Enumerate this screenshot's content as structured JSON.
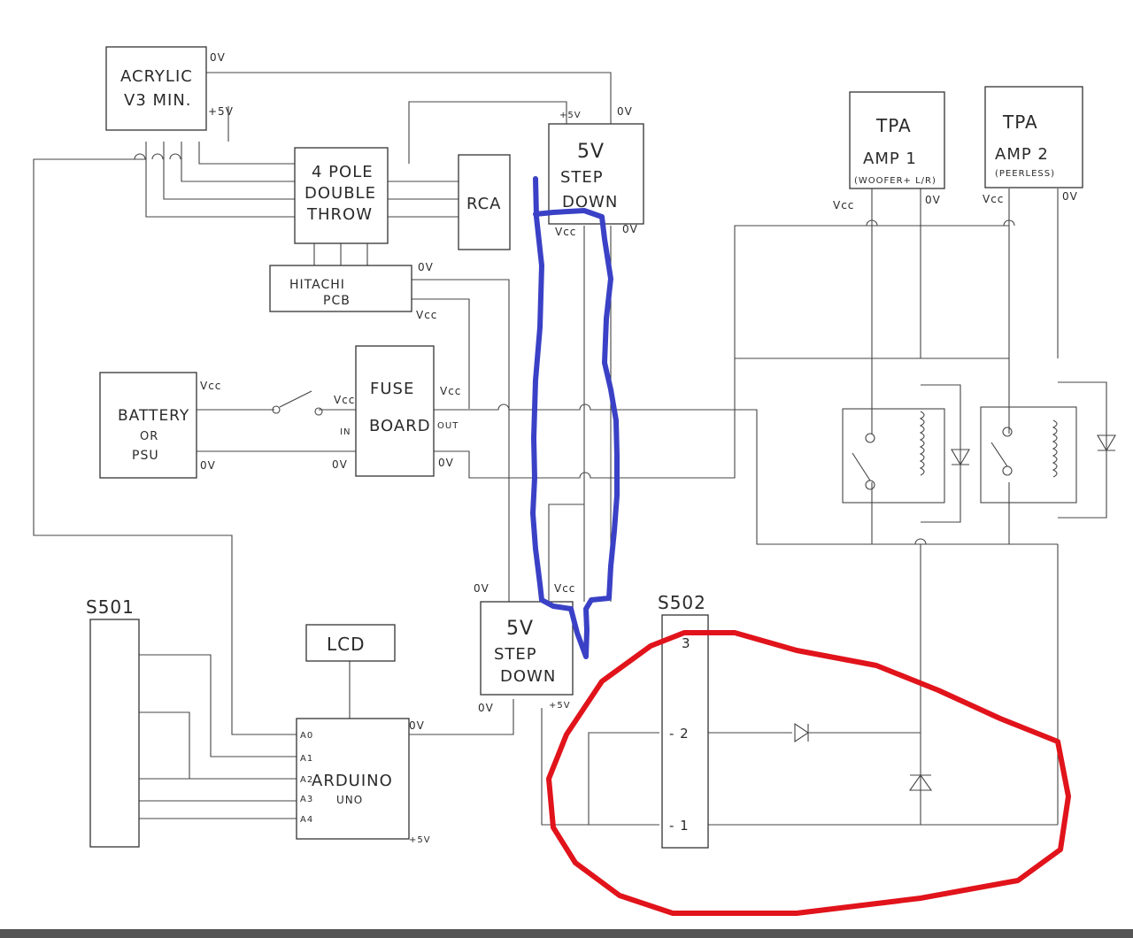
{
  "components": {
    "acrylic": [
      "ACRYLIC",
      "V3 MIN."
    ],
    "switch4pdt": [
      "4 POLE",
      "DOUBLE",
      "THROW"
    ],
    "rca": "RCA",
    "hitachi": [
      "HITACHI",
      "PCB"
    ],
    "stepdown_top": [
      "5V",
      "STEP",
      "DOWN"
    ],
    "stepdown_bottom": [
      "5V",
      "STEP",
      "DOWN"
    ],
    "tpa1": [
      "TPA",
      "AMP 1",
      "(WOOFER+ L/R)"
    ],
    "tpa2": [
      "TPA",
      "AMP 2",
      "(PEERLESS)"
    ],
    "battery": [
      "BATTERY",
      "OR",
      "PSU"
    ],
    "fuse": [
      "FUSE",
      "BOARD"
    ],
    "lcd": "LCD",
    "arduino": [
      "ARDUINO",
      "UNO"
    ],
    "s501": "S501",
    "s502": "S502"
  },
  "pins": {
    "zero_v": "0V",
    "plus5v": "+5V",
    "vcc": "Vcc",
    "in": "IN",
    "out": "OUT",
    "a0": "A0",
    "a1": "A1",
    "a2": "A2",
    "a3": "A3",
    "a4": "A4",
    "s502_3": "3",
    "s502_2": "- 2",
    "s502_1": "- 1"
  },
  "annotations": {
    "blue": "#3a41c6",
    "red": "#e1131b"
  }
}
